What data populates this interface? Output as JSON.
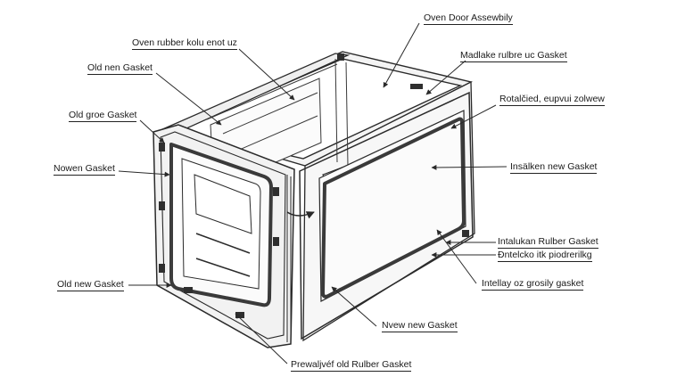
{
  "labels": {
    "oven_door_assembly": "Oven Door Assewbily",
    "oven_rubber_top": "Oven rubber kolu enot uz",
    "madlake_rubbre": "Madlake rulbre uc Gasket",
    "old_nen_gasket": "Old nen Gasket",
    "rotalcied": "Rotalčied, eupvui zolwew",
    "old_groe_gasket": "Old groe Gasket",
    "nowen_gasket": "Nowen Gasket",
    "insalken_new_gasket": "Insälken new Gasket",
    "intalukan_rubber": "Intalukan Rulber Gasket",
    "dntelcko": "Ðntelcko itk piodrerilkg",
    "old_new_gasket": "Old new Gasket",
    "intellay_gasket": "Intellay oz grosily gasket",
    "nvew_new_gasket": "Nvew new Gasket",
    "prewaljvef": "Prewaljvéf old Rulber Gasket"
  },
  "colors": {
    "line": "#2a2a2a",
    "frame_fill": "#f2f2f2",
    "glass_fill": "#fafafa",
    "gasket": "#3a3a3a"
  }
}
